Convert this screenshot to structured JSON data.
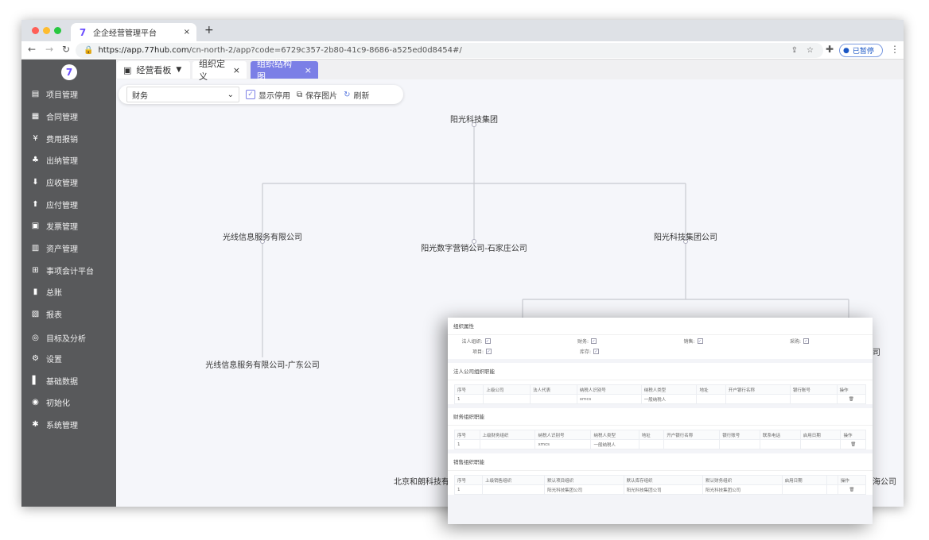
{
  "browser": {
    "tab_title": "企企经营管理平台",
    "tab_close": "×",
    "new_tab": "+",
    "url_host": "https://app.77hub.com",
    "url_path": "/cn-north-2/app?code=6729c357-2b80-41c9-8686-a525ed0d8454#/",
    "profile_label": "已暂停",
    "traffic_colors": [
      "#ff5f57",
      "#febc2e",
      "#28c840"
    ]
  },
  "sidebar": {
    "items": [
      {
        "label": "项目管理",
        "icon": "folder-icon",
        "glyph": "▤"
      },
      {
        "label": "合同管理",
        "icon": "contract-icon",
        "glyph": "▦"
      },
      {
        "label": "费用报销",
        "icon": "expense-icon",
        "glyph": "¥"
      },
      {
        "label": "出纳管理",
        "icon": "cashier-icon",
        "glyph": "♣"
      },
      {
        "label": "应收管理",
        "icon": "receivable-icon",
        "glyph": "⬇"
      },
      {
        "label": "应付管理",
        "icon": "payable-icon",
        "glyph": "⬆"
      },
      {
        "label": "发票管理",
        "icon": "invoice-icon",
        "glyph": "▣"
      },
      {
        "label": "资产管理",
        "icon": "asset-icon",
        "glyph": "▥"
      },
      {
        "label": "事项会计平台",
        "icon": "grid-icon",
        "glyph": "⊞"
      },
      {
        "label": "总账",
        "icon": "ledger-icon",
        "glyph": "▮"
      },
      {
        "label": "报表",
        "icon": "report-icon",
        "glyph": "▧"
      },
      {
        "label": "目标及分析",
        "icon": "target-icon",
        "glyph": "◎"
      },
      {
        "label": "设置",
        "icon": "gear-icon",
        "glyph": "⚙"
      },
      {
        "label": "基础数据",
        "icon": "bar-chart-icon",
        "glyph": "▌"
      },
      {
        "label": "初始化",
        "icon": "init-icon",
        "glyph": "◉"
      },
      {
        "label": "系统管理",
        "icon": "asterisk-icon",
        "glyph": "✱"
      }
    ]
  },
  "app_tabs": [
    {
      "label": "经营看板",
      "suffix": "▼"
    },
    {
      "label": "组织定义",
      "suffix": "×"
    },
    {
      "label": "组织结构图",
      "suffix": "×",
      "active": true
    }
  ],
  "toolbar": {
    "select_value": "财务",
    "show_disabled": "显示停用",
    "save_image": "保存图片",
    "refresh": "刷新"
  },
  "tree": {
    "root": "阳光科技集团",
    "level1": [
      "光线信息服务有限公司",
      "阳光数字营销公司-石家庄公司",
      "阳光科技集团公司"
    ],
    "level2": [
      "光线信息服务有限公司-广东公司"
    ],
    "partial": [
      "北京和朗科技有",
      "海公司",
      "司"
    ]
  },
  "panel": {
    "attr_title": "组织属性",
    "attrs": [
      "法人组织:",
      "财务:",
      "销售:",
      "采购:",
      "项目:",
      "库存:"
    ],
    "legal": {
      "title": "法人公司组织职能",
      "headers": [
        "序号",
        "上级公司",
        "法人代表",
        "纳税人识别号",
        "纳税人类型",
        "地址",
        "开户银行名称",
        "银行账号",
        "操作"
      ],
      "row": [
        "1",
        "",
        "",
        "xmcs",
        "一般纳税人",
        "",
        "",
        ""
      ]
    },
    "finance": {
      "title": "财务组织职能",
      "headers": [
        "序号",
        "上级财务组织",
        "纳税人识别号",
        "纳税人类型",
        "地址",
        "开户银行名称",
        "银行账号",
        "联系电话",
        "启用日期",
        "操作"
      ],
      "row": [
        "1",
        "",
        "xmcs",
        "一般纳税人",
        "",
        "",
        "",
        "",
        ""
      ]
    },
    "sales": {
      "title": "销售组织职能",
      "headers": [
        "序号",
        "上级销售组织",
        "默认项目组织",
        "默认库存组织",
        "默认财务组织",
        "启用日期",
        "",
        "操作"
      ],
      "row": [
        "1",
        "",
        "阳光科技集团公司",
        "阳光科技集团公司",
        "阳光科技集团公司",
        "",
        ""
      ]
    }
  },
  "colors": {
    "sidebar": "#58595b",
    "accent": "#7b7fe6"
  }
}
